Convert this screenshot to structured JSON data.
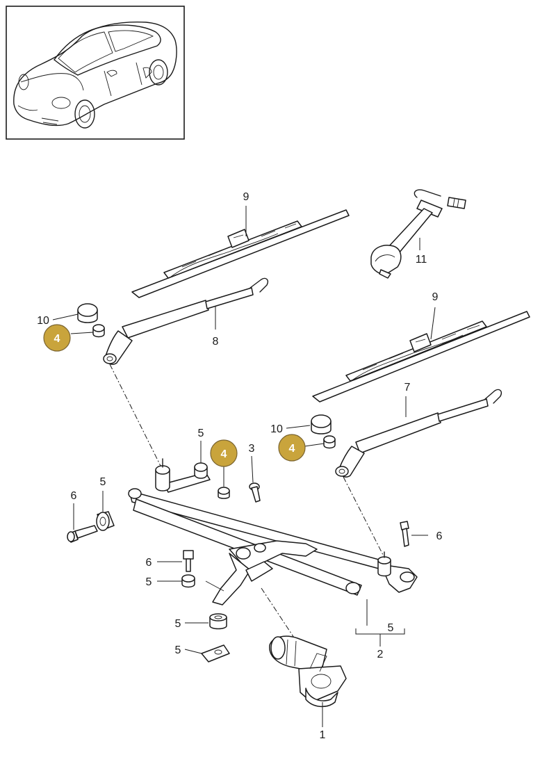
{
  "colors": {
    "highlight": "#c9a43c",
    "line": "#1a1a1a",
    "background": "#ffffff"
  },
  "thumbnail": {
    "name": "car-thumbnail",
    "icon": "porsche-coupe-icon"
  },
  "callouts": [
    {
      "id": "c9a",
      "text": "9"
    },
    {
      "id": "c11",
      "text": "11"
    },
    {
      "id": "c10a",
      "text": "10"
    },
    {
      "id": "c4a",
      "text": "4",
      "highlighted": true
    },
    {
      "id": "c8",
      "text": "8"
    },
    {
      "id": "c9b",
      "text": "9"
    },
    {
      "id": "c7",
      "text": "7"
    },
    {
      "id": "c10b",
      "text": "10"
    },
    {
      "id": "c4b",
      "text": "4",
      "highlighted": true
    },
    {
      "id": "c5a",
      "text": "5"
    },
    {
      "id": "c4c",
      "text": "4",
      "highlighted": true
    },
    {
      "id": "c3",
      "text": "3"
    },
    {
      "id": "c6a",
      "text": "6"
    },
    {
      "id": "c5b",
      "text": "5"
    },
    {
      "id": "c6b",
      "text": "6"
    },
    {
      "id": "c6c",
      "text": "6"
    },
    {
      "id": "c5c",
      "text": "5"
    },
    {
      "id": "c5d",
      "text": "5"
    },
    {
      "id": "c5e",
      "text": "5"
    },
    {
      "id": "c5f",
      "text": "5"
    },
    {
      "id": "c2",
      "text": "2"
    },
    {
      "id": "c1",
      "text": "1"
    }
  ]
}
